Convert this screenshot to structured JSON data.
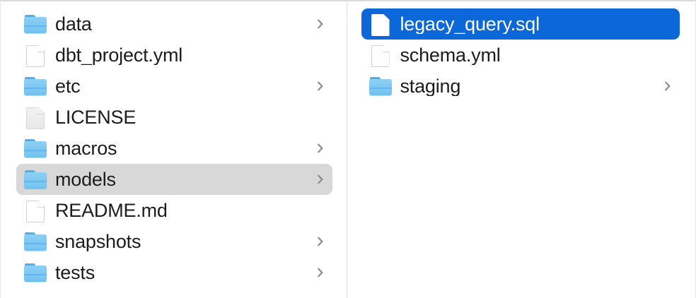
{
  "window": {
    "view_mode": "column-view",
    "accent_color": "#0c68d8",
    "inactive_selection_color": "#d8d8d8",
    "folder_icon_color": "#7dc8f2",
    "text_color": "#1c1c1e",
    "chevron_color": "#8a8a8e"
  },
  "columns": [
    {
      "name": "parent-column",
      "items": [
        {
          "label": "data",
          "icon": "folder-icon",
          "kind": "folder",
          "has_chevron": true,
          "selected": false,
          "selection_style": "none"
        },
        {
          "label": "dbt_project.yml",
          "icon": "document-icon",
          "kind": "file",
          "has_chevron": false,
          "selected": false,
          "selection_style": "none"
        },
        {
          "label": "etc",
          "icon": "folder-icon",
          "kind": "folder",
          "has_chevron": true,
          "selected": false,
          "selection_style": "none"
        },
        {
          "label": "LICENSE",
          "icon": "document-gray-icon",
          "kind": "file",
          "has_chevron": false,
          "selected": false,
          "selection_style": "none"
        },
        {
          "label": "macros",
          "icon": "folder-icon",
          "kind": "folder",
          "has_chevron": true,
          "selected": false,
          "selection_style": "none"
        },
        {
          "label": "models",
          "icon": "folder-icon",
          "kind": "folder",
          "has_chevron": true,
          "selected": true,
          "selection_style": "inactive"
        },
        {
          "label": "README.md",
          "icon": "document-icon",
          "kind": "file",
          "has_chevron": false,
          "selected": false,
          "selection_style": "none"
        },
        {
          "label": "snapshots",
          "icon": "folder-icon",
          "kind": "folder",
          "has_chevron": true,
          "selected": false,
          "selection_style": "none"
        },
        {
          "label": "tests",
          "icon": "folder-icon",
          "kind": "folder",
          "has_chevron": true,
          "selected": false,
          "selection_style": "none"
        }
      ]
    },
    {
      "name": "child-column",
      "items": [
        {
          "label": "legacy_query.sql",
          "icon": "document-icon",
          "kind": "file",
          "has_chevron": false,
          "selected": true,
          "selection_style": "active"
        },
        {
          "label": "schema.yml",
          "icon": "document-icon",
          "kind": "file",
          "has_chevron": false,
          "selected": false,
          "selection_style": "none"
        },
        {
          "label": "staging",
          "icon": "folder-icon",
          "kind": "folder",
          "has_chevron": true,
          "selected": false,
          "selection_style": "none"
        }
      ]
    }
  ]
}
